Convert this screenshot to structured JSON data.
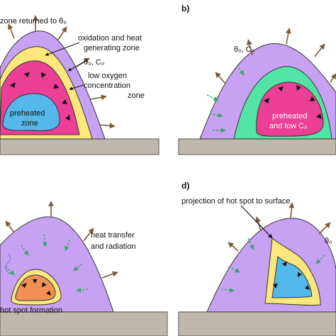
{
  "colors": {
    "ground": "#bfb8ad",
    "ground_edge": "#555555",
    "outer_zone": "#c8a2f2",
    "heat_zone": "#fbe77b",
    "low_oxygen_zone": "#ec3f96",
    "preheated_zone": "#55b8ea",
    "green_zone": "#52e3a5",
    "hot_spot": "#f39055",
    "arrow_brown": "#7a5a3c",
    "arrow_green": "#3aa56d"
  },
  "panels": {
    "b": {
      "label": "b)",
      "theta_c": "θ₀, C₀",
      "core_text": [
        "preheated",
        "and low C₀"
      ]
    },
    "c": {
      "note": [
        "heat transfer",
        "and radiation"
      ],
      "core_text": "hot spot formation"
    },
    "d": {
      "label": "d)",
      "projection": "projection of hot spot to surface",
      "theta": "θ₀"
    },
    "a": {
      "top_note": "zone returned to θ₀",
      "oxidation": [
        "oxidation and heat",
        "generating zone"
      ],
      "theta_c": "θ₀, C₀",
      "low_oxygen": [
        "low oxygen",
        "concentration",
        "zone"
      ],
      "core_text": [
        "preheated",
        "zone"
      ]
    }
  }
}
